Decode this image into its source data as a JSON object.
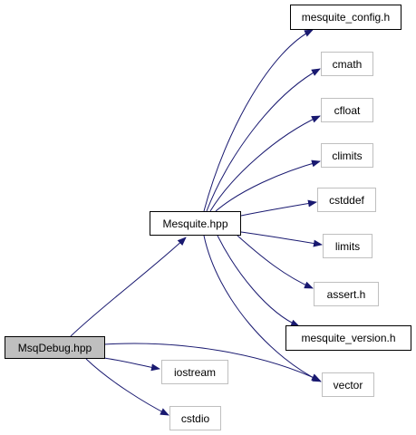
{
  "diagram": {
    "nodes": {
      "msqdebug": "MsqDebug.hpp",
      "mesquite_hpp": "Mesquite.hpp",
      "mesquite_config": "mesquite_config.h",
      "cmath": "cmath",
      "cfloat": "cfloat",
      "climits": "climits",
      "cstddef": "cstddef",
      "limits": "limits",
      "assert_h": "assert.h",
      "mesquite_version": "mesquite_version.h",
      "vector": "vector",
      "iostream": "iostream",
      "cstdio": "cstdio"
    },
    "edges": [
      [
        "msqdebug",
        "mesquite_hpp"
      ],
      [
        "msqdebug",
        "vector"
      ],
      [
        "msqdebug",
        "iostream"
      ],
      [
        "msqdebug",
        "cstdio"
      ],
      [
        "mesquite_hpp",
        "mesquite_config"
      ],
      [
        "mesquite_hpp",
        "cmath"
      ],
      [
        "mesquite_hpp",
        "cfloat"
      ],
      [
        "mesquite_hpp",
        "climits"
      ],
      [
        "mesquite_hpp",
        "cstddef"
      ],
      [
        "mesquite_hpp",
        "limits"
      ],
      [
        "mesquite_hpp",
        "assert_h"
      ],
      [
        "mesquite_hpp",
        "mesquite_version"
      ],
      [
        "mesquite_hpp",
        "vector"
      ]
    ],
    "colors": {
      "edge": "#191970",
      "node_border": "#000000",
      "external_border": "#bfbfbf",
      "root_fill": "#bfbfbf"
    }
  }
}
